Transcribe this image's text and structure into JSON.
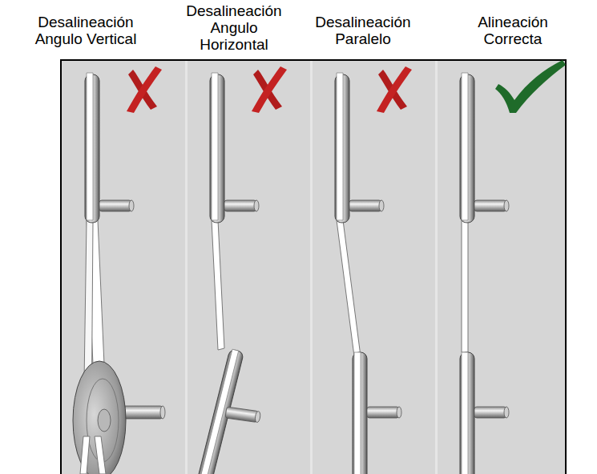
{
  "diagram": {
    "labels": [
      "Desalineación Angulo Vertical",
      "Desalineación Angulo Horizontal",
      "Desalineación Paralelo",
      "Alineación Correcta"
    ]
  }
}
